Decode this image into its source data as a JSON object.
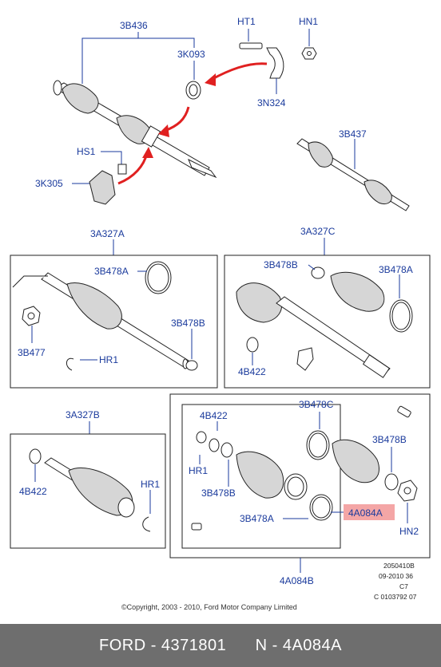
{
  "labels": {
    "l3B436": "3B436",
    "lHT1": "HT1",
    "lHN1": "HN1",
    "l3K093": "3K093",
    "l3N324": "3N324",
    "lHS1": "HS1",
    "l3K305": "3K305",
    "l3B437": "3B437",
    "l3A327A": "3A327A",
    "l3B478A_a": "3B478A",
    "l3B478B_a": "3B478B",
    "l3B477": "3B477",
    "lHR1_a": "HR1",
    "l3A327C": "3A327C",
    "l3B478B_c": "3B478B",
    "l3B478A_c": "3B478A",
    "l4B422_c": "4B422",
    "l3A327B": "3A327B",
    "l4B422_b": "4B422",
    "lHR1_b": "HR1",
    "l4B422_k": "4B422",
    "lHR1_k": "HR1",
    "l3B478B_k": "3B478B",
    "l3B478A_k": "3B478A",
    "l3B478C": "3B478C",
    "l3B478B_k2": "3B478B",
    "l4A084A": "4A084A",
    "lHN2": "HN2",
    "l4A084B": "4A084B"
  },
  "drawing_info": [
    "2050410B",
    "09-2010 36",
    "C7",
    "C 0103792 07"
  ],
  "copyright": "©Copyright, 2003 - 2010, Ford Motor Company Limited",
  "footer": {
    "brand_part": "FORD - 4371801",
    "ref": "N - 4A084A"
  },
  "colors": {
    "label": "#1a3a9c",
    "arrow": "#e02020",
    "highlight": "#f4a6a6",
    "footer_bg": "#6e6e6e"
  }
}
